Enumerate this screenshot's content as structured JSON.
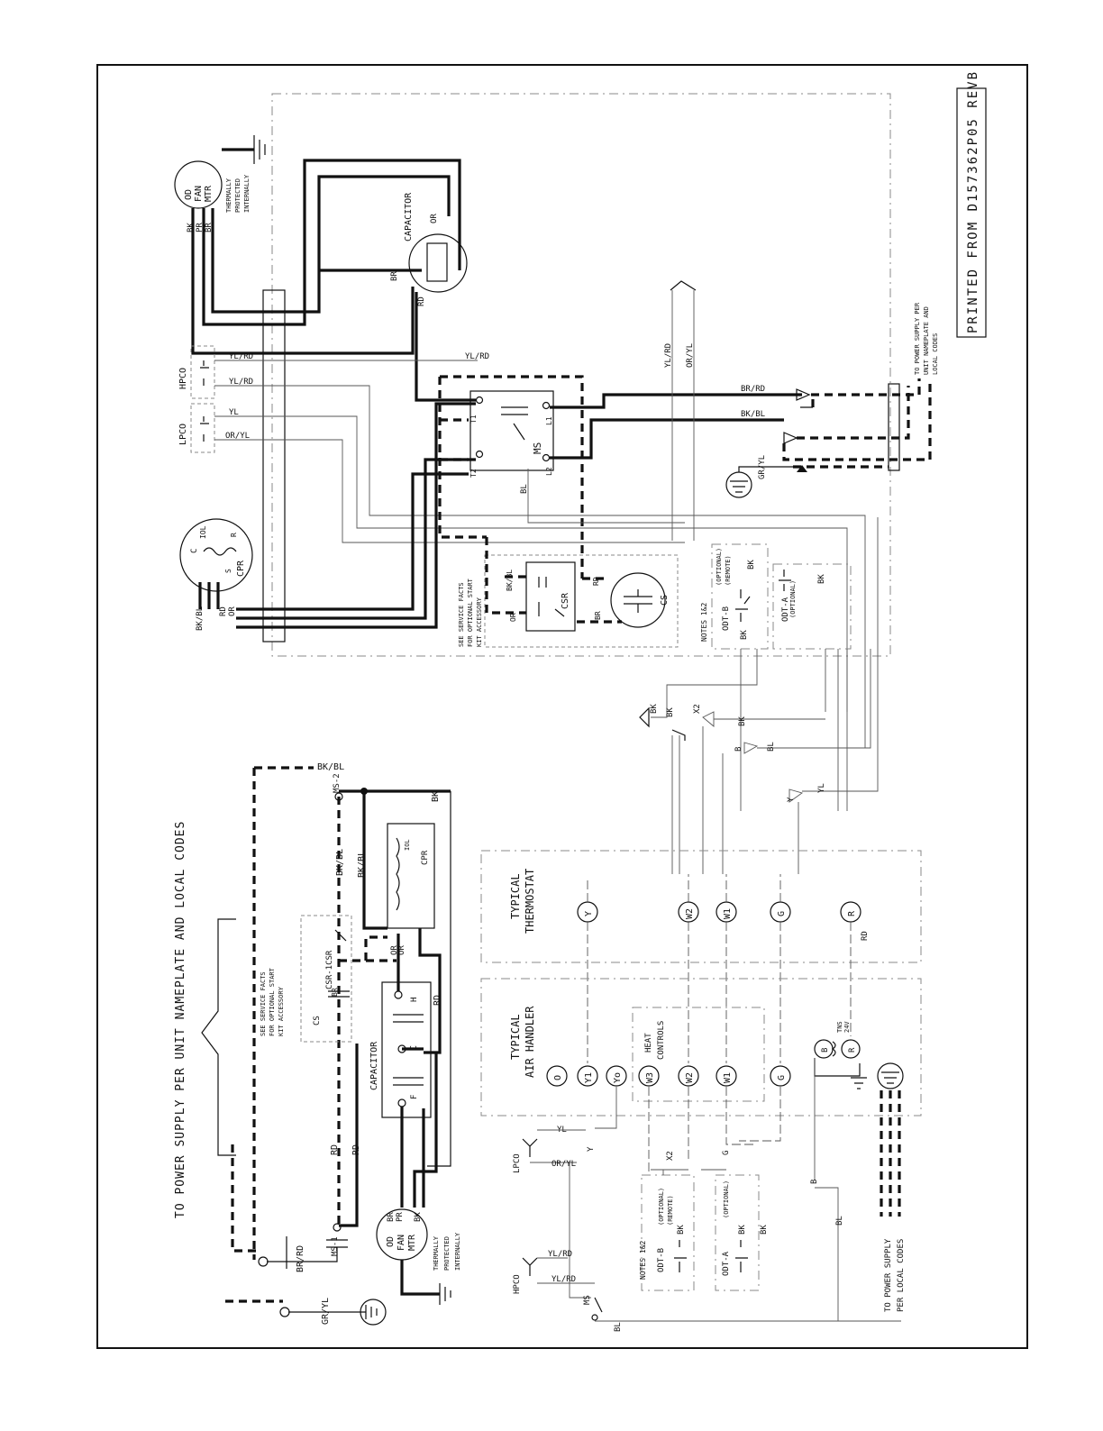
{
  "footer": {
    "printed_from": "PRINTED FROM D157362P05 REVB"
  },
  "ladder": {
    "power_supply": "TO POWER SUPPLY PER UNIT NAMEPLATE AND LOCAL CODES",
    "see_service_facts": [
      "SEE SERVICE FACTS",
      "FOR OPTIONAL START",
      "KIT ACCESSORY"
    ],
    "wire_bk_bl_top": "BK/BL",
    "wire_bk_bl_mid": "BK/BL",
    "wire_bk": "BK",
    "wire_ms2": "MS-2",
    "wire_ms1": "MS-1",
    "wire_br_rd": "BR/RD",
    "wire_gr_yl": "GR/YL",
    "wire_rd_1": "RD",
    "wire_rd_2": "RD",
    "wire_rd_3": "RD",
    "wire_or": "OR",
    "wire_or2": "OR",
    "wire_br": "BR",
    "cs_label": "CS",
    "csr_label": "CSR-1CSR",
    "cpr_label": "CPR",
    "iol_label": "IOL",
    "capacitor_label": "CAPACITOR",
    "cap_c": "C",
    "cap_f": "F",
    "cap_h": "H",
    "fan_motor": [
      "OD",
      "FAN",
      "MTR"
    ],
    "fan_wires": [
      "BR",
      "PR",
      "BK"
    ],
    "thermally": [
      "THERMALLY",
      "PROTECTED",
      "INTERNALLY"
    ]
  },
  "wiring": {
    "fan_motor": [
      "OD",
      "FAN",
      "MTR"
    ],
    "fan_wires": [
      "BK",
      "PR",
      "BR"
    ],
    "thermally": [
      "THERMALLY",
      "PROTECTED",
      "INTERNALLY"
    ],
    "capacitor_label": "CAPACITOR",
    "cap_terms": [
      "OR",
      "BR",
      "RD"
    ],
    "hpco_label": "HPCO",
    "lpco_label": "LPCO",
    "wire_yl_rd_1": "YL/RD",
    "wire_yl_rd_2": "YL/RD",
    "wire_yl_rd_3": "YL/RD",
    "wire_yl": "YL",
    "wire_or_yl_1": "OR/YL",
    "wire_or_yl_2": "OR/YL",
    "wire_br_rd": "BR/RD",
    "wire_bk_bl": "BK/BL",
    "wire_gr_yl": "GR/YL",
    "wire_bl": "BL",
    "ms_label": "MS",
    "ms_terms": [
      "T1",
      "T2",
      "L1",
      "L2"
    ],
    "cpr_label": "CPR",
    "cpr_terms": [
      "C",
      "IOL",
      "R",
      "S"
    ],
    "compressor_wires": [
      "BK/BL",
      "RD",
      "OR"
    ],
    "see_service_facts": [
      "SEE SERVICE FACTS",
      "FOR OPTIONAL START",
      "KIT ACCESSORY"
    ],
    "csr_label": "CSR",
    "cs_label": "CS",
    "csr_wires": [
      "BK/BL",
      "OR",
      "RD",
      "BR"
    ],
    "notes": "NOTES 1&2",
    "odt_b": "ODT-B",
    "odt_b_opt": [
      "(OPTIONAL)",
      "(REMOTE)"
    ],
    "odt_a": "ODT-A",
    "odt_a_opt": "(OPTIONAL)",
    "wire_bk": "BK",
    "power_supply_note": [
      "TO POWER SUPPLY PER",
      "UNIT NAMEPLATE AND",
      "LOCAL CODES"
    ]
  },
  "field": {
    "wire_bk_1": "BK",
    "wire_bk_2": "BK",
    "wire_bk_3": "BK",
    "wire_x2": "X2",
    "wire_b": "B",
    "wire_bl": "BL",
    "wire_y": "Y",
    "wire_yl": "YL"
  },
  "thermostat": {
    "title": [
      "TYPICAL",
      "THERMOSTAT"
    ],
    "terminals": [
      "Y",
      "W2",
      "W1",
      "G",
      "R"
    ],
    "wire_rd": "RD"
  },
  "air_handler": {
    "title": [
      "TYPICAL",
      "AIR HANDLER"
    ],
    "terminals": [
      "O",
      "Y1",
      "Yo",
      "W3",
      "W2",
      "W1",
      "G",
      "B",
      "R"
    ],
    "heat_controls": [
      "HEAT",
      "CONTROLS"
    ],
    "tns": [
      "TNS",
      "24V"
    ]
  },
  "lower_controls": {
    "lpco": "LPCO",
    "hpco": "HPCO",
    "ms": "MS",
    "wire_yl": "YL",
    "wire_y": "Y",
    "wire_or_yl": "OR/YL",
    "wire_yl_rd": "YL/RD",
    "wire_x2": "X2",
    "wire_bl": "BL",
    "wire_b": "B",
    "wire_bk_1": "BK",
    "wire_bk_2": "BK",
    "wire_bk_3": "BK",
    "wire_g": "G",
    "notes": "NOTES 1&2",
    "odt_b": "ODT-B",
    "odt_b_opt": [
      "(OPTIONAL)",
      "(REMOTE)"
    ],
    "odt_a": "ODT-A",
    "odt_a_opt": "(OPTIONAL)",
    "power_supply": [
      "TO POWER SUPPLY",
      "PER LOCAL CODES"
    ]
  }
}
